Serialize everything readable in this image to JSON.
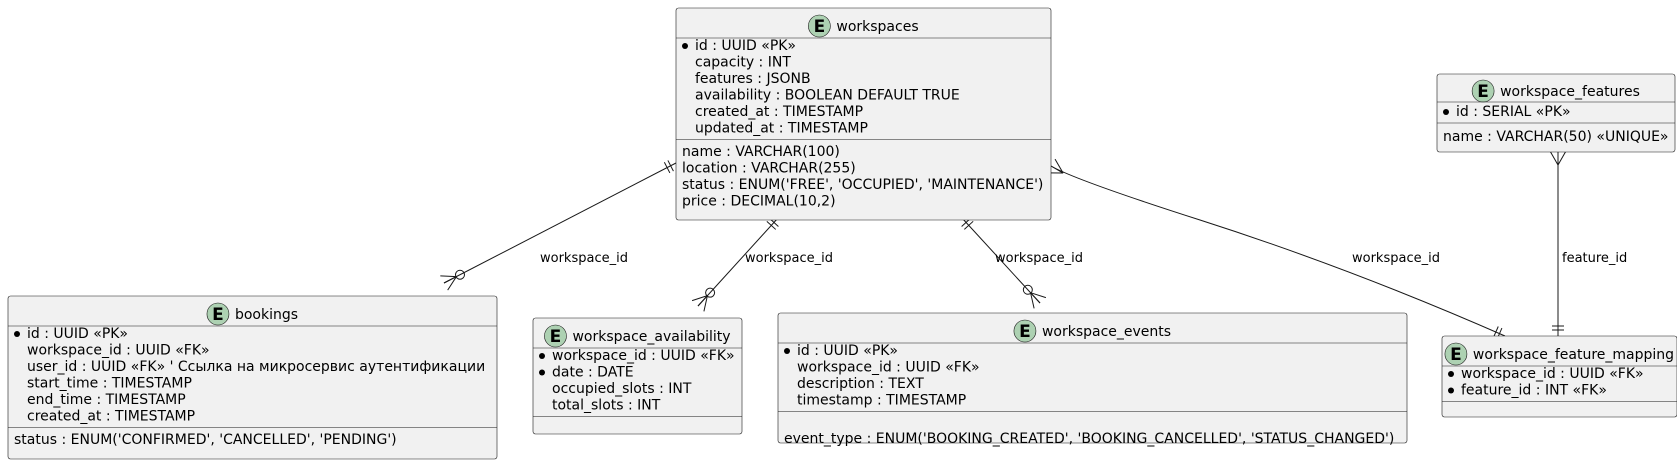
{
  "entities": {
    "workspaces": {
      "badge": "E",
      "name": "workspaces",
      "key_fields": [
        {
          "text": "id : UUID «PK»",
          "mandatory": true
        },
        {
          "text": "capacity : INT",
          "mandatory": false
        },
        {
          "text": "features : JSONB",
          "mandatory": false
        },
        {
          "text": "availability : BOOLEAN DEFAULT TRUE",
          "mandatory": false
        },
        {
          "text": "created_at : TIMESTAMP",
          "mandatory": false
        },
        {
          "text": "updated_at : TIMESTAMP",
          "mandatory": false
        }
      ],
      "other_fields": [
        {
          "text": "name : VARCHAR(100)",
          "mandatory": false
        },
        {
          "text": "location : VARCHAR(255)",
          "mandatory": false
        },
        {
          "text": "status : ENUM('FREE', 'OCCUPIED', 'MAINTENANCE')",
          "mandatory": false
        },
        {
          "text": "price : DECIMAL(10,2)",
          "mandatory": false
        }
      ]
    },
    "workspace_features": {
      "badge": "E",
      "name": "workspace_features",
      "key_fields": [
        {
          "text": "id : SERIAL «PK»",
          "mandatory": true
        }
      ],
      "other_fields": [
        {
          "text": "name : VARCHAR(50) «UNIQUE»",
          "mandatory": false
        }
      ]
    },
    "bookings": {
      "badge": "E",
      "name": "bookings",
      "key_fields": [
        {
          "text": "id : UUID «PK»",
          "mandatory": true
        },
        {
          "text": "workspace_id : UUID «FK»",
          "mandatory": false
        },
        {
          "text": "user_id : UUID «FK»  ' Ссылка на микросервис аутентификации",
          "mandatory": false
        },
        {
          "text": "start_time : TIMESTAMP",
          "mandatory": false
        },
        {
          "text": "end_time : TIMESTAMP",
          "mandatory": false
        },
        {
          "text": "created_at : TIMESTAMP",
          "mandatory": false
        }
      ],
      "other_fields": [
        {
          "text": "status : ENUM('CONFIRMED', 'CANCELLED', 'PENDING')",
          "mandatory": false
        }
      ]
    },
    "workspace_availability": {
      "badge": "E",
      "name": "workspace_availability",
      "key_fields": [
        {
          "text": "workspace_id : UUID «FK»",
          "mandatory": true
        },
        {
          "text": "date : DATE",
          "mandatory": true
        },
        {
          "text": "occupied_slots : INT",
          "mandatory": false
        },
        {
          "text": "total_slots : INT",
          "mandatory": false
        }
      ],
      "other_fields": []
    },
    "workspace_events": {
      "badge": "E",
      "name": "workspace_events",
      "key_fields": [
        {
          "text": "id : UUID «PK»",
          "mandatory": true
        },
        {
          "text": "workspace_id : UUID «FK»",
          "mandatory": false
        },
        {
          "text": "description : TEXT",
          "mandatory": false
        },
        {
          "text": "timestamp : TIMESTAMP",
          "mandatory": false
        }
      ],
      "other_fields": [
        {
          "text": "event_type : ENUM('BOOKING_CREATED', 'BOOKING_CANCELLED', 'STATUS_CHANGED')",
          "mandatory": false
        }
      ]
    },
    "workspace_feature_mapping": {
      "badge": "E",
      "name": "workspace_feature_mapping",
      "key_fields": [
        {
          "text": "workspace_id : UUID «FK»",
          "mandatory": true
        },
        {
          "text": "feature_id : INT «FK»",
          "mandatory": true
        }
      ],
      "other_fields": []
    }
  },
  "relationships": [
    {
      "from": "workspaces",
      "to": "bookings",
      "label": "workspace_id",
      "from_card": "one-and-only-one",
      "to_card": "zero-or-many"
    },
    {
      "from": "workspaces",
      "to": "workspace_availability",
      "label": "workspace_id",
      "from_card": "one-and-only-one",
      "to_card": "zero-or-many"
    },
    {
      "from": "workspaces",
      "to": "workspace_events",
      "label": "workspace_id",
      "from_card": "one-and-only-one",
      "to_card": "zero-or-many"
    },
    {
      "from": "workspaces",
      "to": "workspace_feature_mapping",
      "label": "workspace_id",
      "from_card": "many",
      "to_card": "one-and-only-one"
    },
    {
      "from": "workspace_features",
      "to": "workspace_feature_mapping",
      "label": "feature_id",
      "from_card": "many",
      "to_card": "one-and-only-one"
    }
  ]
}
